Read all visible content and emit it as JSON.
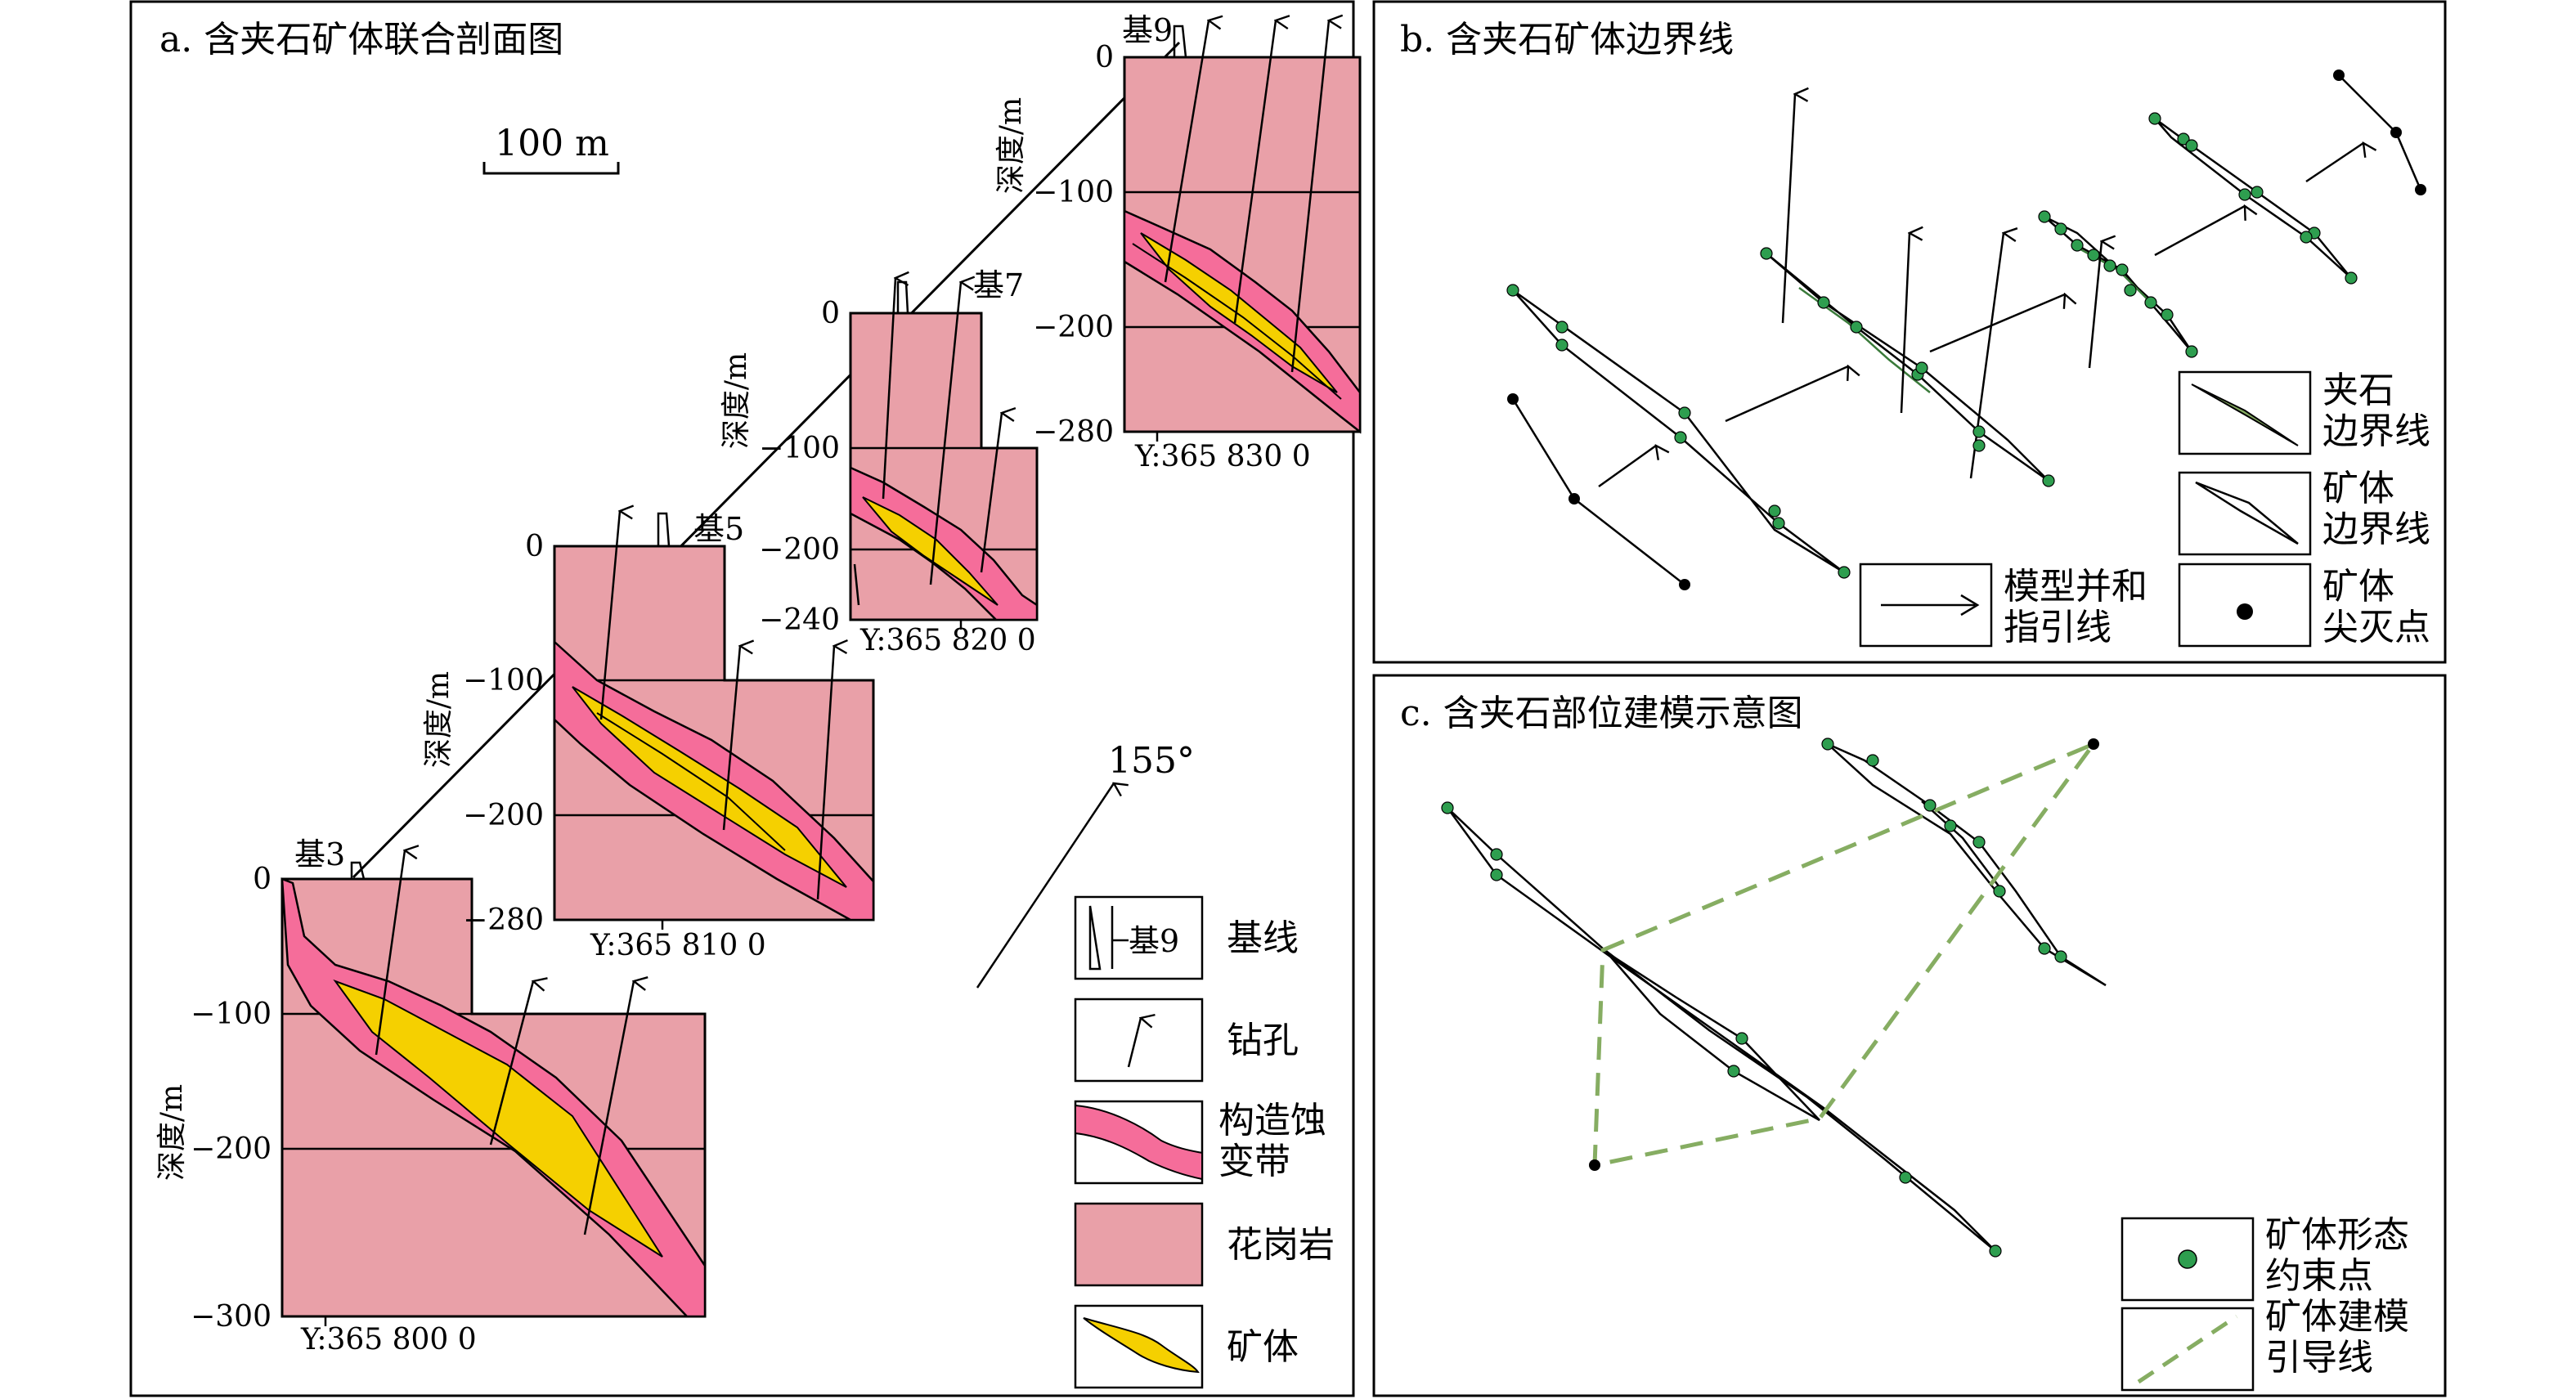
{
  "colors": {
    "granite": "#e9a0a8",
    "alteration": "#f56d9a",
    "ore": "#f5d000",
    "constraint_point": "#2e9e4f",
    "guide_line": "#86ad62",
    "frame": "#000000"
  },
  "panel_a": {
    "title": "a. 含夹石矿体联合剖面图",
    "scale": "100 m",
    "azimuth": "155°",
    "sections": [
      {
        "id": "基3",
        "y_label": "Y:365 800 0",
        "depth_axis": "深度/m",
        "ticks": [
          "0",
          "−100",
          "−200",
          "−300"
        ]
      },
      {
        "id": "基5",
        "y_label": "Y:365 810 0",
        "depth_axis": "深度/m",
        "ticks": [
          "0",
          "−100",
          "−200",
          "−280"
        ]
      },
      {
        "id": "基7",
        "y_label": "Y:365 820 0",
        "depth_axis": "深度/m",
        "ticks": [
          "0",
          "−100",
          "−200",
          "−240"
        ]
      },
      {
        "id": "基9",
        "y_label": "Y:365 830 0",
        "depth_axis": "深度/m",
        "ticks": [
          "0",
          "−100",
          "−200",
          "−280"
        ]
      }
    ],
    "legend": [
      {
        "key": "baseline",
        "symbol_text": "基9",
        "label": "基线"
      },
      {
        "key": "drillhole",
        "label": "钻孔"
      },
      {
        "key": "alteration",
        "label_line1": "构造蚀",
        "label_line2": "变带"
      },
      {
        "key": "granite",
        "label": "花岗岩"
      },
      {
        "key": "ore",
        "label": "矿体"
      }
    ]
  },
  "panel_b": {
    "title": "b. 含夹石矿体边界线",
    "legend": [
      {
        "key": "waste_boundary",
        "label_line1": "夹石",
        "label_line2": "边界线"
      },
      {
        "key": "ore_boundary",
        "label_line1": "矿体",
        "label_line2": "边界线"
      },
      {
        "key": "model_guide",
        "label_line1": "模型并和",
        "label_line2": "指引线"
      },
      {
        "key": "pinch_point",
        "label_line1": "矿体",
        "label_line2": "尖灭点"
      }
    ]
  },
  "panel_c": {
    "title": "c. 含夹石部位建模示意图",
    "legend": [
      {
        "key": "constraint",
        "label_line1": "矿体形态",
        "label_line2": "约束点"
      },
      {
        "key": "modeling_guide",
        "label_line1": "矿体建模",
        "label_line2": "引导线"
      }
    ]
  }
}
